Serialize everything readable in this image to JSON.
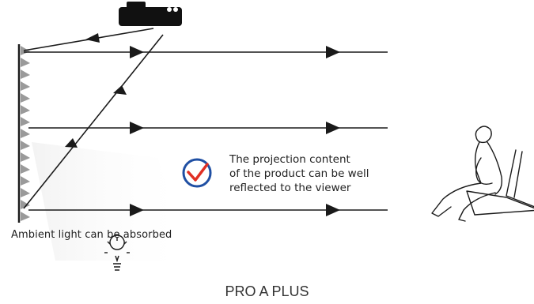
{
  "diagram": {
    "ambient_label": "Ambient light can be absorbed",
    "reflection_text": [
      "The projection content",
      "of the product can be well",
      "reflected to the viewer"
    ],
    "product_title": "PRO A PLUS"
  },
  "colors": {
    "ink": "#1a1a1a",
    "check_blue": "#1f4fa3",
    "check_red": "#e03024",
    "watermark": "#f3e9e9"
  },
  "icons": [
    "projector-icon",
    "check-icon",
    "lightbulb-icon",
    "viewer-icon",
    "screen-icon"
  ]
}
